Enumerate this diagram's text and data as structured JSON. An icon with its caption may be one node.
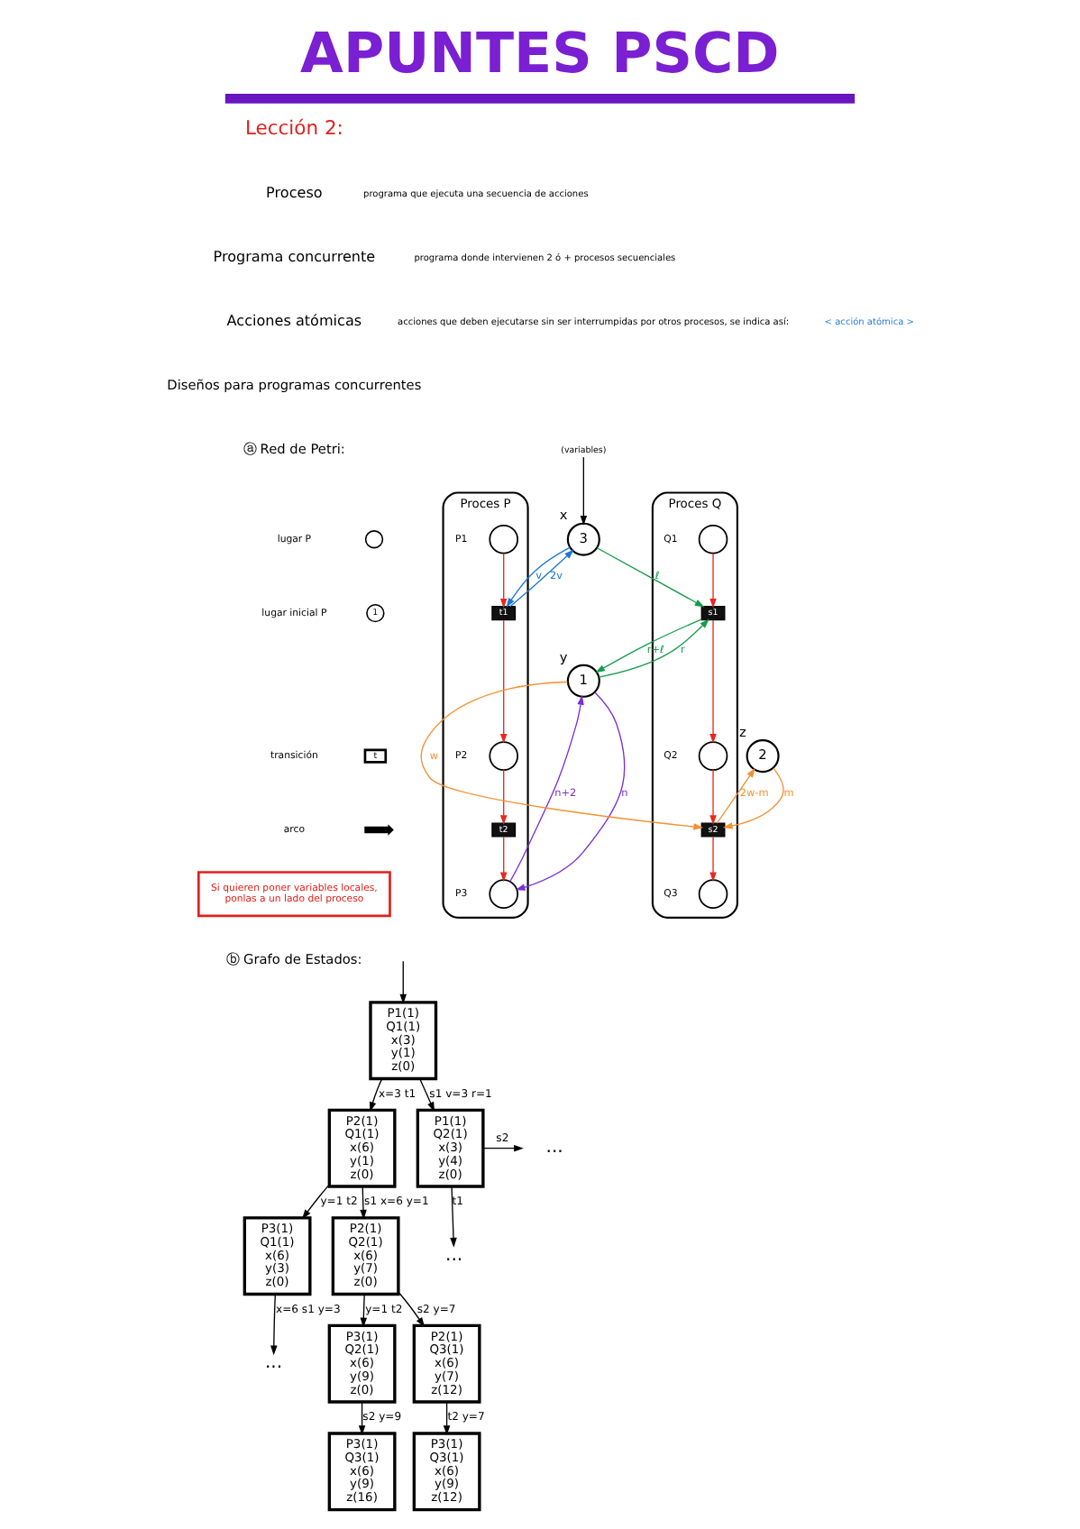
{
  "diagram": {
    "title": "APUNTES PSCD",
    "nodes": [
      {
        "text": [
          "Proces P"
        ]
      },
      {
        "text": [],
        "shape": "circle",
        "beside": [
          "P1"
        ],
        "in": 0
      },
      {
        "text": [
          "t1"
        ],
        "in": 0
      },
      {
        "text": [],
        "shape": "circle",
        "beside": [
          "P2"
        ],
        "in": 0
      },
      {
        "text": [
          "t2"
        ],
        "in": 0
      },
      {
        "text": [],
        "shape": "circle",
        "beside": [
          "P3"
        ],
        "in": 0
      },
      {
        "text": [
          "(variables)"
        ]
      },
      {
        "text": [
          "3"
        ],
        "beside": [
          "x"
        ]
      },
      {
        "text": [
          "1"
        ],
        "beside": [
          "y"
        ]
      },
      {
        "text": [
          "Proces Q"
        ]
      },
      {
        "text": [],
        "shape": "circle",
        "beside": [
          "Q1"
        ],
        "in": 9
      },
      {
        "text": [
          "s1"
        ],
        "in": 9
      },
      {
        "text": [],
        "shape": "circle",
        "beside": [
          "Q2"
        ],
        "in": 9
      },
      {
        "text": [
          "s2"
        ],
        "in": 9
      },
      {
        "text": [],
        "shape": "circle",
        "beside": [
          "Q3"
        ],
        "in": 9
      },
      {
        "text": [
          "2"
        ],
        "beside": [
          "z"
        ]
      },
      {
        "text": [
          "Si quieren poner variables locales, ponlas a un lado del proceso"
        ]
      },
      {
        "text": [
          "P1(1)",
          "Q1(1)",
          "x(3)",
          "y(1)",
          "z(0)"
        ]
      },
      {
        "text": [
          "P2(1)",
          "Q1(1)",
          "x(6)",
          "y(1)",
          "z(0)"
        ]
      },
      {
        "text": [
          "P1(1)",
          "Q2(1)",
          "x(3)",
          "y(4)",
          "z(0)"
        ]
      },
      {
        "text": [
          "..."
        ]
      },
      {
        "text": [
          "..."
        ]
      },
      {
        "text": [
          "P3(1)",
          "Q1(1)",
          "x(6)",
          "y(3)",
          "z(0)"
        ]
      },
      {
        "text": [
          "P2(1)",
          "Q2(1)",
          "x(6)",
          "y(7)",
          "z(0)"
        ]
      },
      {
        "text": [
          "..."
        ]
      },
      {
        "text": [
          "P3(1)",
          "Q2(1)",
          "x(6)",
          "y(9)",
          "z(0)"
        ]
      },
      {
        "text": [
          "P2(1)",
          "Q3(1)",
          "x(6)",
          "y(7)",
          "z(12)"
        ]
      },
      {
        "text": [
          "P3(1)",
          "Q3(1)",
          "x(6)",
          "y(9)",
          "z(16)"
        ]
      },
      {
        "text": [
          "P3(1)",
          "Q3(1)",
          "x(6)",
          "y(9)",
          "z(12)"
        ]
      }
    ],
    "edges": [
      {
        "from": 1,
        "to": 2,
        "arrow": "to",
        "color": "#e8281e"
      },
      {
        "from": 2,
        "to": 3,
        "arrow": "to",
        "color": "#e8281e"
      },
      {
        "from": 3,
        "to": 4,
        "arrow": "to",
        "color": "#e8281e"
      },
      {
        "from": 4,
        "to": 5,
        "arrow": "to",
        "color": "#e8281e"
      },
      {
        "from": 10,
        "to": 11,
        "arrow": "to",
        "color": "#e8281e"
      },
      {
        "from": 11,
        "to": 12,
        "arrow": "to",
        "color": "#e8281e"
      },
      {
        "from": 12,
        "to": 13,
        "arrow": "to",
        "color": "#e8281e"
      },
      {
        "from": 13,
        "to": 14,
        "arrow": "to",
        "color": "#e8281e"
      },
      {
        "from": 6,
        "to": 7,
        "arrow": "to"
      },
      {
        "from": 7,
        "to": 2,
        "arrow": "to",
        "label": "v",
        "color": "#1e78d2"
      },
      {
        "from": 2,
        "to": 7,
        "arrow": "to",
        "label": "2v",
        "color": "#1e78d2"
      },
      {
        "from": 8,
        "to": 5,
        "arrow": "to",
        "label": "n",
        "color": "#7b2fd8"
      },
      {
        "from": 5,
        "to": 8,
        "arrow": "to",
        "label": "n+2",
        "color": "#7b2fd8"
      },
      {
        "from": 7,
        "to": 11,
        "arrow": "to",
        "label": "ℓ",
        "color": "#179c4c"
      },
      {
        "from": 11,
        "to": 8,
        "arrow": "to",
        "label": "r+ℓ",
        "color": "#179c4c"
      },
      {
        "from": 8,
        "to": 11,
        "arrow": "to",
        "label": "r",
        "color": "#179c4c"
      },
      {
        "from": 8,
        "to": 13,
        "arrow": "to",
        "label": "w",
        "color": "#f39133"
      },
      {
        "from": 15,
        "to": 13,
        "arrow": "to",
        "label": "m",
        "color": "#f39133"
      },
      {
        "from": 13,
        "to": 15,
        "arrow": "to",
        "label": "2w-m",
        "color": "#f39133"
      },
      {
        "from": null,
        "to": 17,
        "arrow": "to"
      },
      {
        "from": 17,
        "to": 18,
        "arrow": "to",
        "label": "x=3 t1"
      },
      {
        "from": 17,
        "to": 19,
        "arrow": "to",
        "label": "s1 v=3 r=1"
      },
      {
        "from": 18,
        "to": 22,
        "arrow": "to",
        "label": "y=1 t2"
      },
      {
        "from": 18,
        "to": 23,
        "arrow": "to",
        "label": "s1 x=6 y=1"
      },
      {
        "from": 19,
        "to": 20,
        "arrow": "to",
        "label": "s2"
      },
      {
        "from": 19,
        "to": 21,
        "arrow": "to",
        "label": "t1"
      },
      {
        "from": 22,
        "to": 24,
        "arrow": "to",
        "label": "x=6 s1 y=3"
      },
      {
        "from": 23,
        "to": 25,
        "arrow": "to",
        "label": "y=1 t2"
      },
      {
        "from": 23,
        "to": 26,
        "arrow": "to",
        "label": "s2 y=7"
      },
      {
        "from": 25,
        "to": 27,
        "arrow": "to",
        "label": "s2 y=9"
      },
      {
        "from": 26,
        "to": 28,
        "arrow": "to",
        "label": "t2 y=7"
      }
    ],
    "labels": [
      "Lección 2:",
      "Proceso",
      "programa que ejecuta una secuencia de acciones",
      "Programa concurrente",
      "programa donde intervienen 2 ó + procesos secuenciales",
      "Acciones atómicas",
      "acciones que deben ejecutarse sin ser interrumpidas por otros procesos, se indica así:",
      "< acción atómica >",
      "Diseños para programas concurrentes",
      "ⓐ Red de Petri:",
      "1",
      "t",
      "ⓑ Grafo de Estados:"
    ],
    "legend": [
      {
        "text": "lugar P"
      },
      {
        "text": "lugar inicial P"
      },
      {
        "text": "transición"
      },
      {
        "text": "arco"
      }
    ]
  }
}
